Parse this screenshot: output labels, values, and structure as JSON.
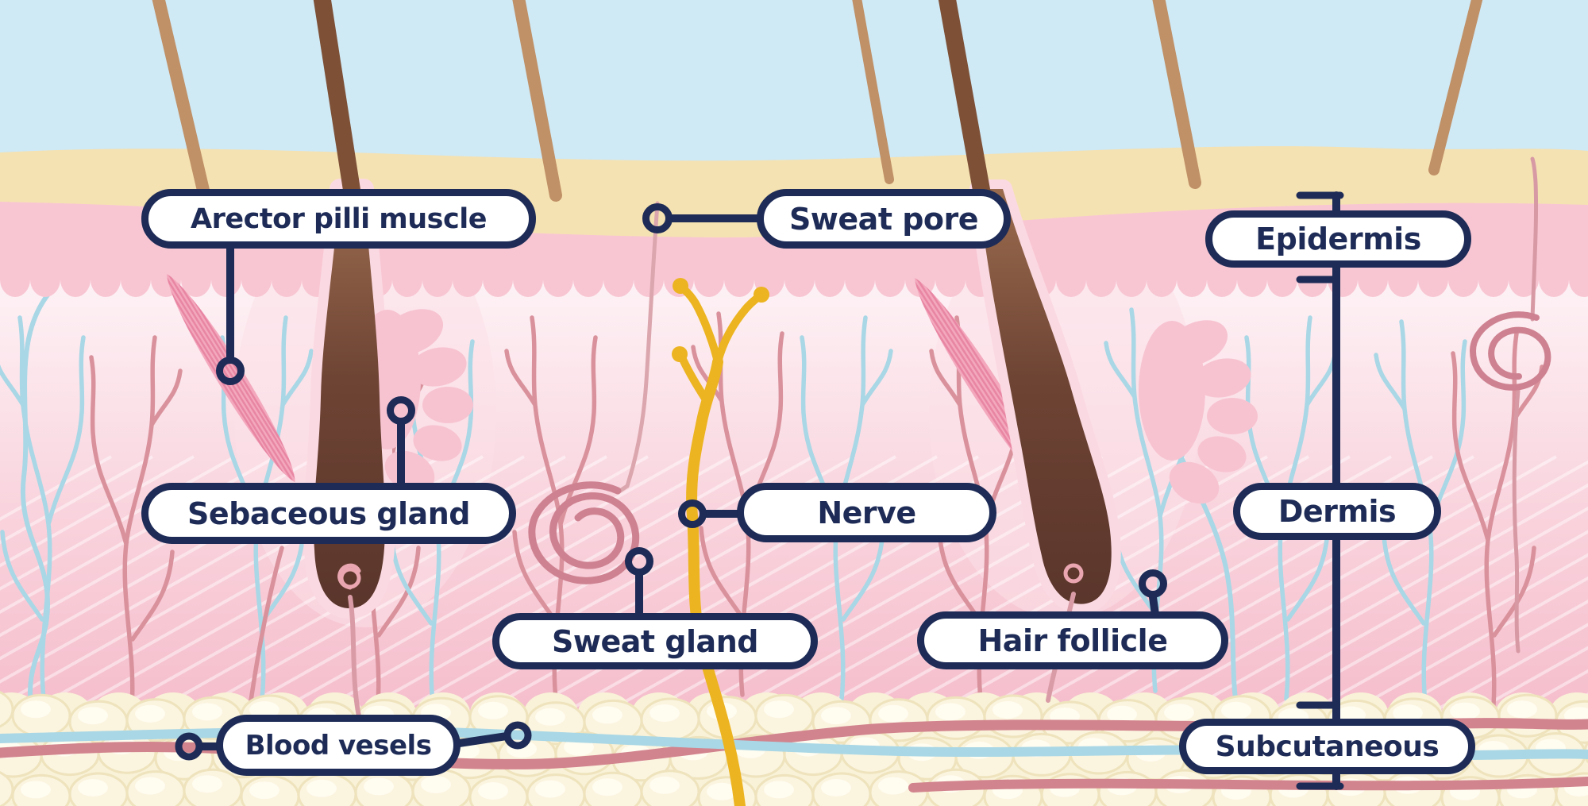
{
  "diagram": {
    "subject": "skin-cross-section-anatomy",
    "labels": {
      "arector": "Arector pilli muscle",
      "sweat_pore": "Sweat pore",
      "epidermis": "Epidermis",
      "sebaceous": "Sebaceous gland",
      "nerve": "Nerve",
      "dermis": "Dermis",
      "sweat_gland": "Sweat gland",
      "hair_follicle": "Hair follicle",
      "blood_vessels": "Blood vesels",
      "subcutaneous": "Subcutaneous"
    },
    "layer_bracket": [
      "Epidermis",
      "Dermis",
      "Subcutaneous"
    ]
  },
  "colors": {
    "navy": "#1d2b56",
    "sky_blue": "#cfe9f5",
    "epidermis_tan": "#f5e2b2",
    "epidermis_pink": "#f8c6d3",
    "dermis_top": "#fdf2f6",
    "dermis_bottom": "#f5bccb",
    "subcutaneous_fat": "#f9f2d8",
    "vessel_rose": "#d9929c",
    "vessel_blue": "#a9d7e5",
    "nerve_yellow": "#ecb420",
    "muscle_pink": "#f3a8bd",
    "hair_dark": "#7e5137",
    "hair_light": "#c09066",
    "label_background": "#ffffff"
  }
}
